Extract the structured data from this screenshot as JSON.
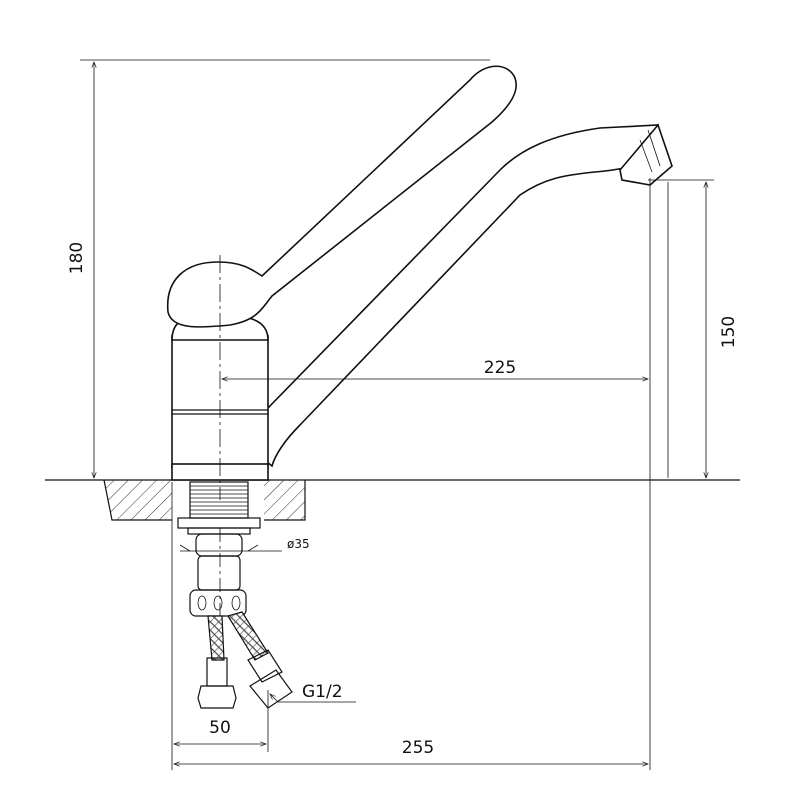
{
  "dimensions": {
    "height_total": "180",
    "spout_height": "150",
    "spout_reach": "225",
    "total_width": "255",
    "base_width": "50",
    "shank_diameter": "ø35",
    "thread": "G1/2"
  },
  "colors": {
    "line": "#111111",
    "background": "#ffffff"
  }
}
